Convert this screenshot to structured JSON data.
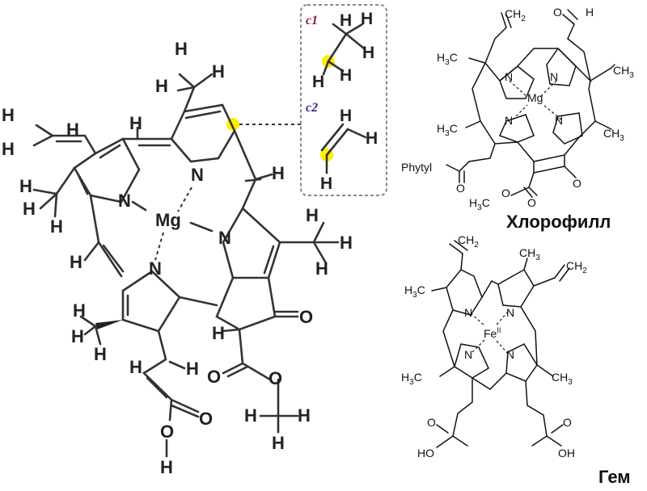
{
  "labels": {
    "chlorophyll_caption": "Хлорофилл",
    "heme_caption": "Гем",
    "c1_tag": "c1",
    "c2_tag": "c2",
    "big_metal": "Mg",
    "chl_metal": "Mg",
    "heme_metal": "Fe",
    "heme_metal_charge": "II",
    "phytyl": "Phytyl",
    "ch3": "CH",
    "ch3_left": "H",
    "ch3_left_c": "C",
    "ch2": "CH",
    "h3co": "H",
    "h3co_c": "C",
    "oh": "OH",
    "ho": "HO",
    "n": "N",
    "o": "O",
    "h": "H",
    "sub2": "2",
    "sub3": "3"
  },
  "colors": {
    "c1_tag": "#8b1a4a",
    "c2_tag": "#2a2a8c",
    "highlight": "#ffee00",
    "inset_border": "#888888"
  }
}
